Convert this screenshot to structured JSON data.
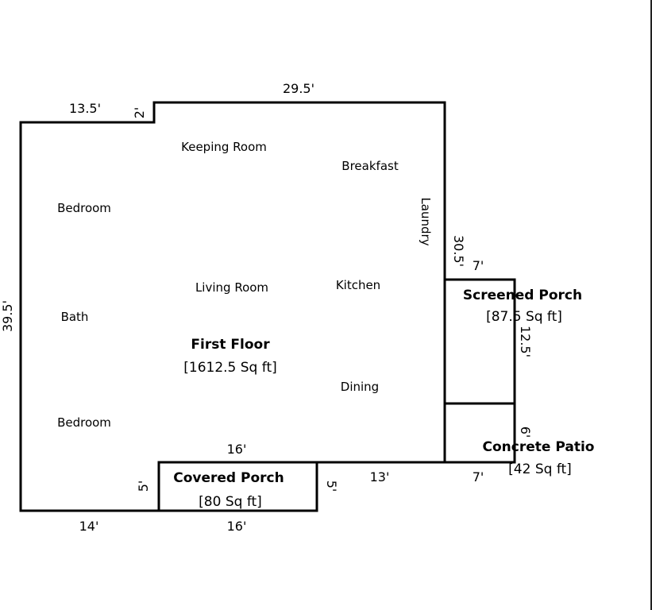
{
  "first_floor": {
    "title": "First Floor",
    "area": "[1612.5 Sq ft]"
  },
  "rooms": {
    "keeping_room": "Keeping Room",
    "breakfast": "Breakfast",
    "bedroom_top": "Bedroom",
    "laundry": "Laundry",
    "living_room": "Living Room",
    "kitchen": "Kitchen",
    "bath": "Bath",
    "dining": "Dining",
    "bedroom_bottom": "Bedroom"
  },
  "screened_porch": {
    "title": "Screened Porch",
    "area": "[87.5 Sq ft]"
  },
  "concrete_patio": {
    "title": "Concrete Patio",
    "area": "[42 Sq ft]"
  },
  "covered_porch": {
    "title": "Covered Porch",
    "area": "[80 Sq ft]"
  },
  "dimensions": {
    "top_left_width": "13.5'",
    "step_height": "2'",
    "top_width": "29.5'",
    "left_height": "39.5'",
    "right_height": "30.5'",
    "screened_width": "7'",
    "screened_height": "12.5'",
    "patio_height": "6'",
    "patio_width": "7'",
    "covered_top_width": "16'",
    "covered_left_height": "5'",
    "covered_right_height": "5'",
    "bottom_right_width": "13'",
    "bottom_left_width": "14'",
    "covered_bottom_width": "16'"
  }
}
